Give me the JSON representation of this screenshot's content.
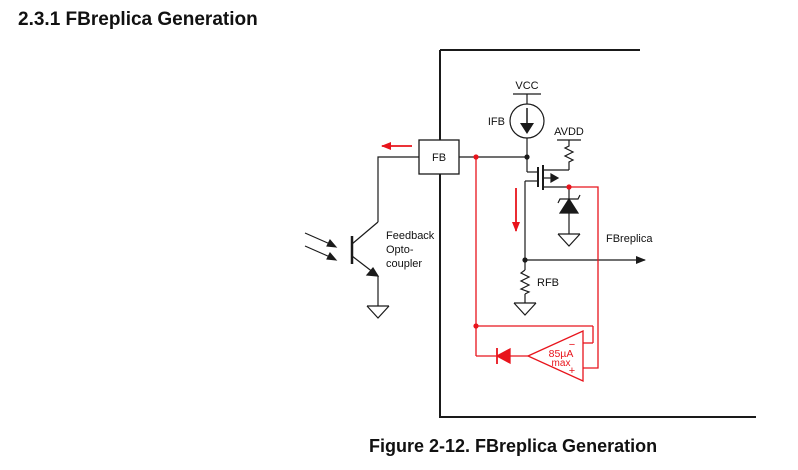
{
  "section": {
    "title": "2.3.1 FBreplica Generation"
  },
  "figure": {
    "caption": "Figure 2-12. FBreplica Generation"
  },
  "diagram": {
    "labels": {
      "vcc": "VCC",
      "ifb": "IFB",
      "avdd": "AVDD",
      "fb": "FB",
      "fbreplica": "FBreplica",
      "rfb": "RFB",
      "feedback_1": "Feedback",
      "feedback_2": "Opto-",
      "feedback_3": "coupler",
      "amp_1": "85µA",
      "amp_2": "max",
      "amp_minus": "−",
      "amp_plus": "+"
    },
    "colors": {
      "wire": "#1a1a1a",
      "highlight": "#e8141c"
    }
  }
}
